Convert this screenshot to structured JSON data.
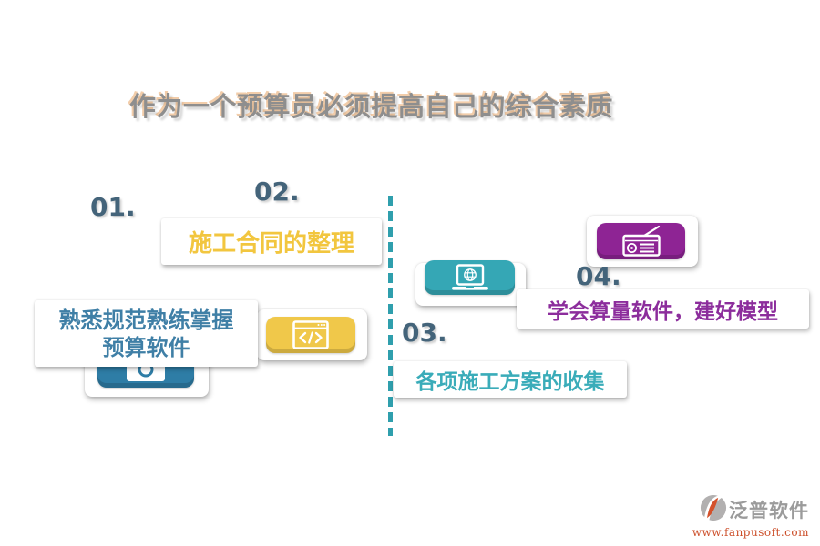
{
  "title": {
    "text": "作为一个预算员必须提高自己的综合素质",
    "color": "#8e8e8e"
  },
  "steps": [
    {
      "number": "01.",
      "lines": [
        "熟悉规范熟练掌握",
        "预算软件"
      ],
      "text_color": "#3f7fa6",
      "box_color": "#2e7da6",
      "icon": "camera-icon"
    },
    {
      "number": "02.",
      "lines": [
        "施工合同的整理"
      ],
      "text_color": "#f2c63f",
      "box_color": "#f0c84a",
      "icon": "code-window-icon"
    },
    {
      "number": "03.",
      "lines": [
        "各项施工方案的收集"
      ],
      "text_color": "#3aacb9",
      "box_color": "#35a7b5",
      "icon": "laptop-globe-icon"
    },
    {
      "number": "04.",
      "lines": [
        "学会算量软件，建好模型"
      ],
      "text_color": "#8c2d9c",
      "box_color": "#8e2494",
      "icon": "radio-icon"
    }
  ],
  "divider": {
    "color": "#2f9fad"
  },
  "number_color": "#44647a",
  "footer": {
    "brand": "泛普软件",
    "url": "www.fanpusoft.com",
    "brand_color": "#9b9b9b",
    "url_color": "#cc4f2a"
  }
}
